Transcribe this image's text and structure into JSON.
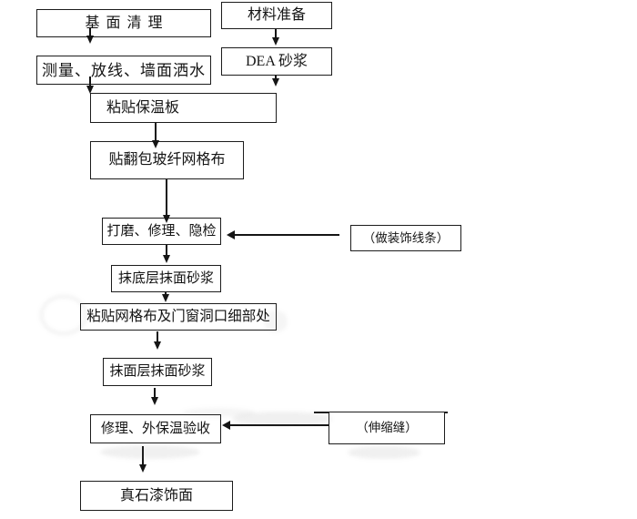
{
  "canvas": {
    "background": "#ffffff",
    "ink": "#1a1a1a",
    "type": "flowchart"
  },
  "nodes": {
    "jimian": {
      "label": "基面清理"
    },
    "cailiao": {
      "label": "材料准备"
    },
    "celiang": {
      "label": "测量、放线、墙面洒水"
    },
    "dea": {
      "label": "DEA 砂浆"
    },
    "baowenban": {
      "label": "粘贴保温板"
    },
    "tiefanbao": {
      "label": "贴翻包玻纤网格布"
    },
    "damo": {
      "label": "打磨、修理、隐检"
    },
    "zhuangshi": {
      "label": "（做装饰线条）"
    },
    "modiceng": {
      "label": "抹底层抹面砂浆"
    },
    "wanggebu": {
      "label": "粘贴网格布及门窗洞口细部处"
    },
    "momianceng": {
      "label": "抹面层抹面砂浆"
    },
    "xiuli": {
      "label": "修理、外保温验收"
    },
    "shensuofeng": {
      "label": "（伸缩缝）"
    },
    "zhenshiqi": {
      "label": "真石漆饰面"
    }
  },
  "edges": [
    {
      "from": "基面清理",
      "to": "测量、放线、墙面洒水"
    },
    {
      "from": "材料准备",
      "to": "DEA 砂浆"
    },
    {
      "from": "测量、放线、墙面洒水",
      "to": "粘贴保温板"
    },
    {
      "from": "DEA 砂浆",
      "to": "粘贴保温板"
    },
    {
      "from": "粘贴保温板",
      "to": "贴翻包玻纤网格布"
    },
    {
      "from": "贴翻包玻纤网格布",
      "to": "打磨、修理、隐检"
    },
    {
      "from": "（做装饰线条）",
      "to": "打磨、修理、隐检"
    },
    {
      "from": "打磨、修理、隐检",
      "to": "抹底层抹面砂浆"
    },
    {
      "from": "抹底层抹面砂浆",
      "to": "粘贴网格布及门窗洞口细部处"
    },
    {
      "from": "粘贴网格布及门窗洞口细部处",
      "to": "抹面层抹面砂浆"
    },
    {
      "from": "抹面层抹面砂浆",
      "to": "修理、外保温验收"
    },
    {
      "from": "（伸缩缝）",
      "to": "修理、外保温验收"
    },
    {
      "from": "修理、外保温验收",
      "to": "真石漆饰面"
    }
  ]
}
